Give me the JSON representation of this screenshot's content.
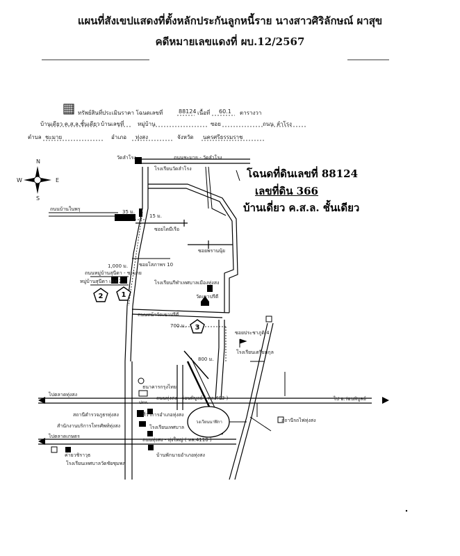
{
  "header": {
    "title": "แผนที่สังเขปแสดงที่ตั้งหลักประกันลูกหนี้ราย นางสาวศิริลักษณ์ ผาสุข",
    "case_number": "คดีหมายเลขแดงที่ ผบ.12/2567"
  },
  "form": {
    "legend_label": "ทรัพย์สินที่ประเมินราคา โฉนดเลขที่",
    "deed_no": "88124",
    "area_label": "เนื้อที่",
    "area_value": "60.1",
    "area_unit": "ตารางวา",
    "address_label": "บ้านเลขที่",
    "village": "บ้านเดียว ค.ส.ล.ชั้นเดียว",
    "moo_label": "หมู่บ้าน",
    "soi_label": "ซอย",
    "road_label": "ถนน",
    "road_value": "ลำโรง",
    "subdistrict_label": "ตำบล",
    "subdistrict_value": "ชะมาย",
    "district_label": "อำเภอ",
    "district_value": "ทุ่งสง",
    "province_label": "จังหวัด",
    "province_value": "นครศรีธรรมราช"
  },
  "compass": {
    "n": "N",
    "s": "S",
    "e": "E",
    "w": "W"
  },
  "plot_label": {
    "line1": "โฉนดที่ดินเลขที่ 88124",
    "line2": "เลขที่ดิน 366",
    "line3": "บ้านเดี่ยว ค.ส.ล. ชั้นเดียว"
  },
  "map_labels": {
    "wat": "วัดลำโรง",
    "road_top": "ถนนชะมาย - วัดลำโรง",
    "school_wat": "โรงเรียนวัดลำโรง",
    "road_ban": "ถนนบ้านในพรุ",
    "dist_35": "35 ม.",
    "dist_15": "15 ม.",
    "soi_1": "ซอยไดมีเรือ",
    "soi_2": "ซอยพรานนุ้ย",
    "dist_1000": "1,000 ม.",
    "soi_3": "ซอยโสภาพร 10",
    "village_road": "ถนนหมู่บ้านสุนีดา - ชะมาย",
    "village_2": "หมู่บ้านสุนีดา เฟส 2",
    "school_2": "โรงเรียนกีฬาเทศบาลเมืองทุ่งสง",
    "wat_2": "วัดเขาปรีดี",
    "road_wat2": "ถนนหน้าวัดเขาปรีดี",
    "dist_700": "700 ม.",
    "soi_4": "ซอยประชาภูติ 4",
    "school_3": "โรงเรียนเตรียมกุล",
    "dist_800": "800 ม.",
    "bank": "ธนาคารกรุงไทย",
    "to_left_top": "ไปตลาดทุ่งสง",
    "highway_403": "ถนนทุ่งสง - ร่อนพิบูลย์ ( ทล.403 )",
    "to_right": "ไป อ.ร่อนพิบูลย์",
    "ptt": "ปตท.",
    "police": "สถานีตำรวจภูธรทุ่งสง",
    "gov_office": "ที่ว่าการอำเภอทุ่งสง",
    "provincial": "สำนักงานบริการโทรศัพท์ทุ่งสง",
    "bank2": "โรงเรียนเทศบาล",
    "roundabout": "วงเวียนนาฬิกา",
    "to_left_bottom": "ไปตลาดเกษตร",
    "highway_4110": "ถนนทุ่งสง - ทุ่งใหญ่ ( ทล.4110 )",
    "hospital_a": "ค่ายวชิราวุธ",
    "school_4": "โรงเรียนเทศบาลวัดชัยชุมพล",
    "fire": "บ้านพักนายอำเภอทุ่งสง",
    "railway": "สถานีรถไฟทุ่งสง",
    "num_1": "1",
    "num_2": "2",
    "num_3": "3"
  }
}
